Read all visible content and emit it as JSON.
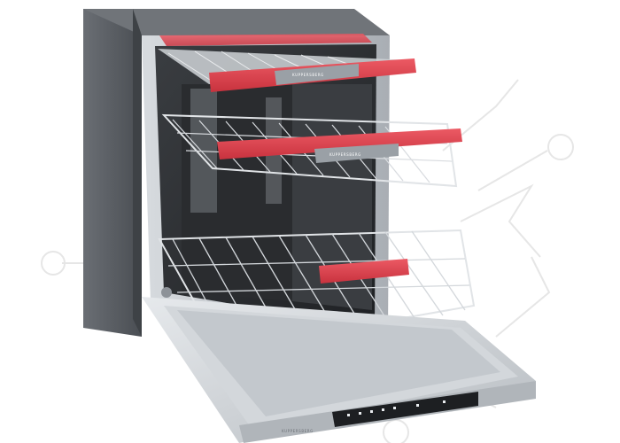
{
  "product": {
    "brand_mark": "KUPPERSBERG"
  },
  "colors": {
    "cabinet": "#5c6066",
    "cabinet_dark": "#44484d",
    "steel": "#c9ced3",
    "steel_dark": "#9aa0a6",
    "inner": "#2b2d30",
    "accent_red": "#d9414d",
    "panel_black": "#1d1f22",
    "line_art": "#e8e8e8"
  },
  "icons": [
    "background-line-art",
    "control-panel-display"
  ]
}
